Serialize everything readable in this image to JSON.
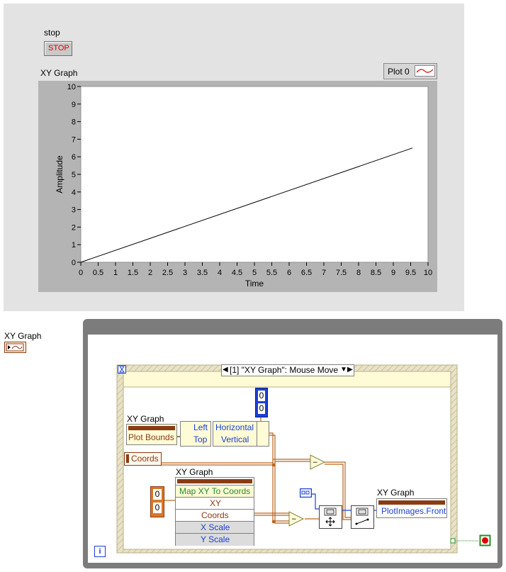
{
  "front_panel": {
    "stop_label": "stop",
    "stop_button_text": "STOP",
    "graph_label": "XY Graph",
    "legend_label": "Plot 0",
    "colors": {
      "panel": "#e3e3e3",
      "plot_bg": "#ffffff",
      "frame": "#b4b4b4",
      "stop_text": "#e00000",
      "legend_line": "#d40000"
    }
  },
  "chart_data": {
    "type": "line",
    "title": "",
    "xlabel": "Time",
    "ylabel": "Amplitude",
    "xlim": [
      0,
      10
    ],
    "ylim": [
      0,
      10
    ],
    "x_ticks": [
      "0",
      "0.5",
      "1",
      "1.5",
      "2",
      "2.5",
      "3",
      "3.5",
      "4",
      "4.5",
      "5",
      "5.5",
      "6",
      "6.5",
      "7",
      "7.5",
      "8",
      "8.5",
      "9",
      "9.5",
      "10"
    ],
    "y_ticks": [
      "0",
      "1",
      "2",
      "3",
      "4",
      "5",
      "6",
      "7",
      "8",
      "9",
      "10"
    ],
    "series": [
      {
        "name": "Plot 0",
        "x": [
          0,
          9.55
        ],
        "y": [
          0,
          6.5
        ]
      }
    ],
    "grid": false,
    "legend_position": "top-right"
  },
  "block_diagram": {
    "terminal_label": "XY Graph",
    "event_case_label": "[1] \"XY Graph\": Mouse Move",
    "node1_label": "XY Graph",
    "plot_bounds": "Plot Bounds",
    "left": "Left",
    "top": "Top",
    "horizontal": "Horizontal",
    "vertical": "Vertical",
    "const_top": "0",
    "const_bottom": "0",
    "coords": "Coords",
    "node2_label": "XY Graph",
    "map_xy": "Map XY To Coords",
    "xy": "XY",
    "coords2": "Coords",
    "x_scale": "X Scale",
    "y_scale": "Y Scale",
    "array_top": "0",
    "array_bottom": "0",
    "node3_label": "XY Graph",
    "plot_images": "PlotImages.Front",
    "info": "i"
  }
}
